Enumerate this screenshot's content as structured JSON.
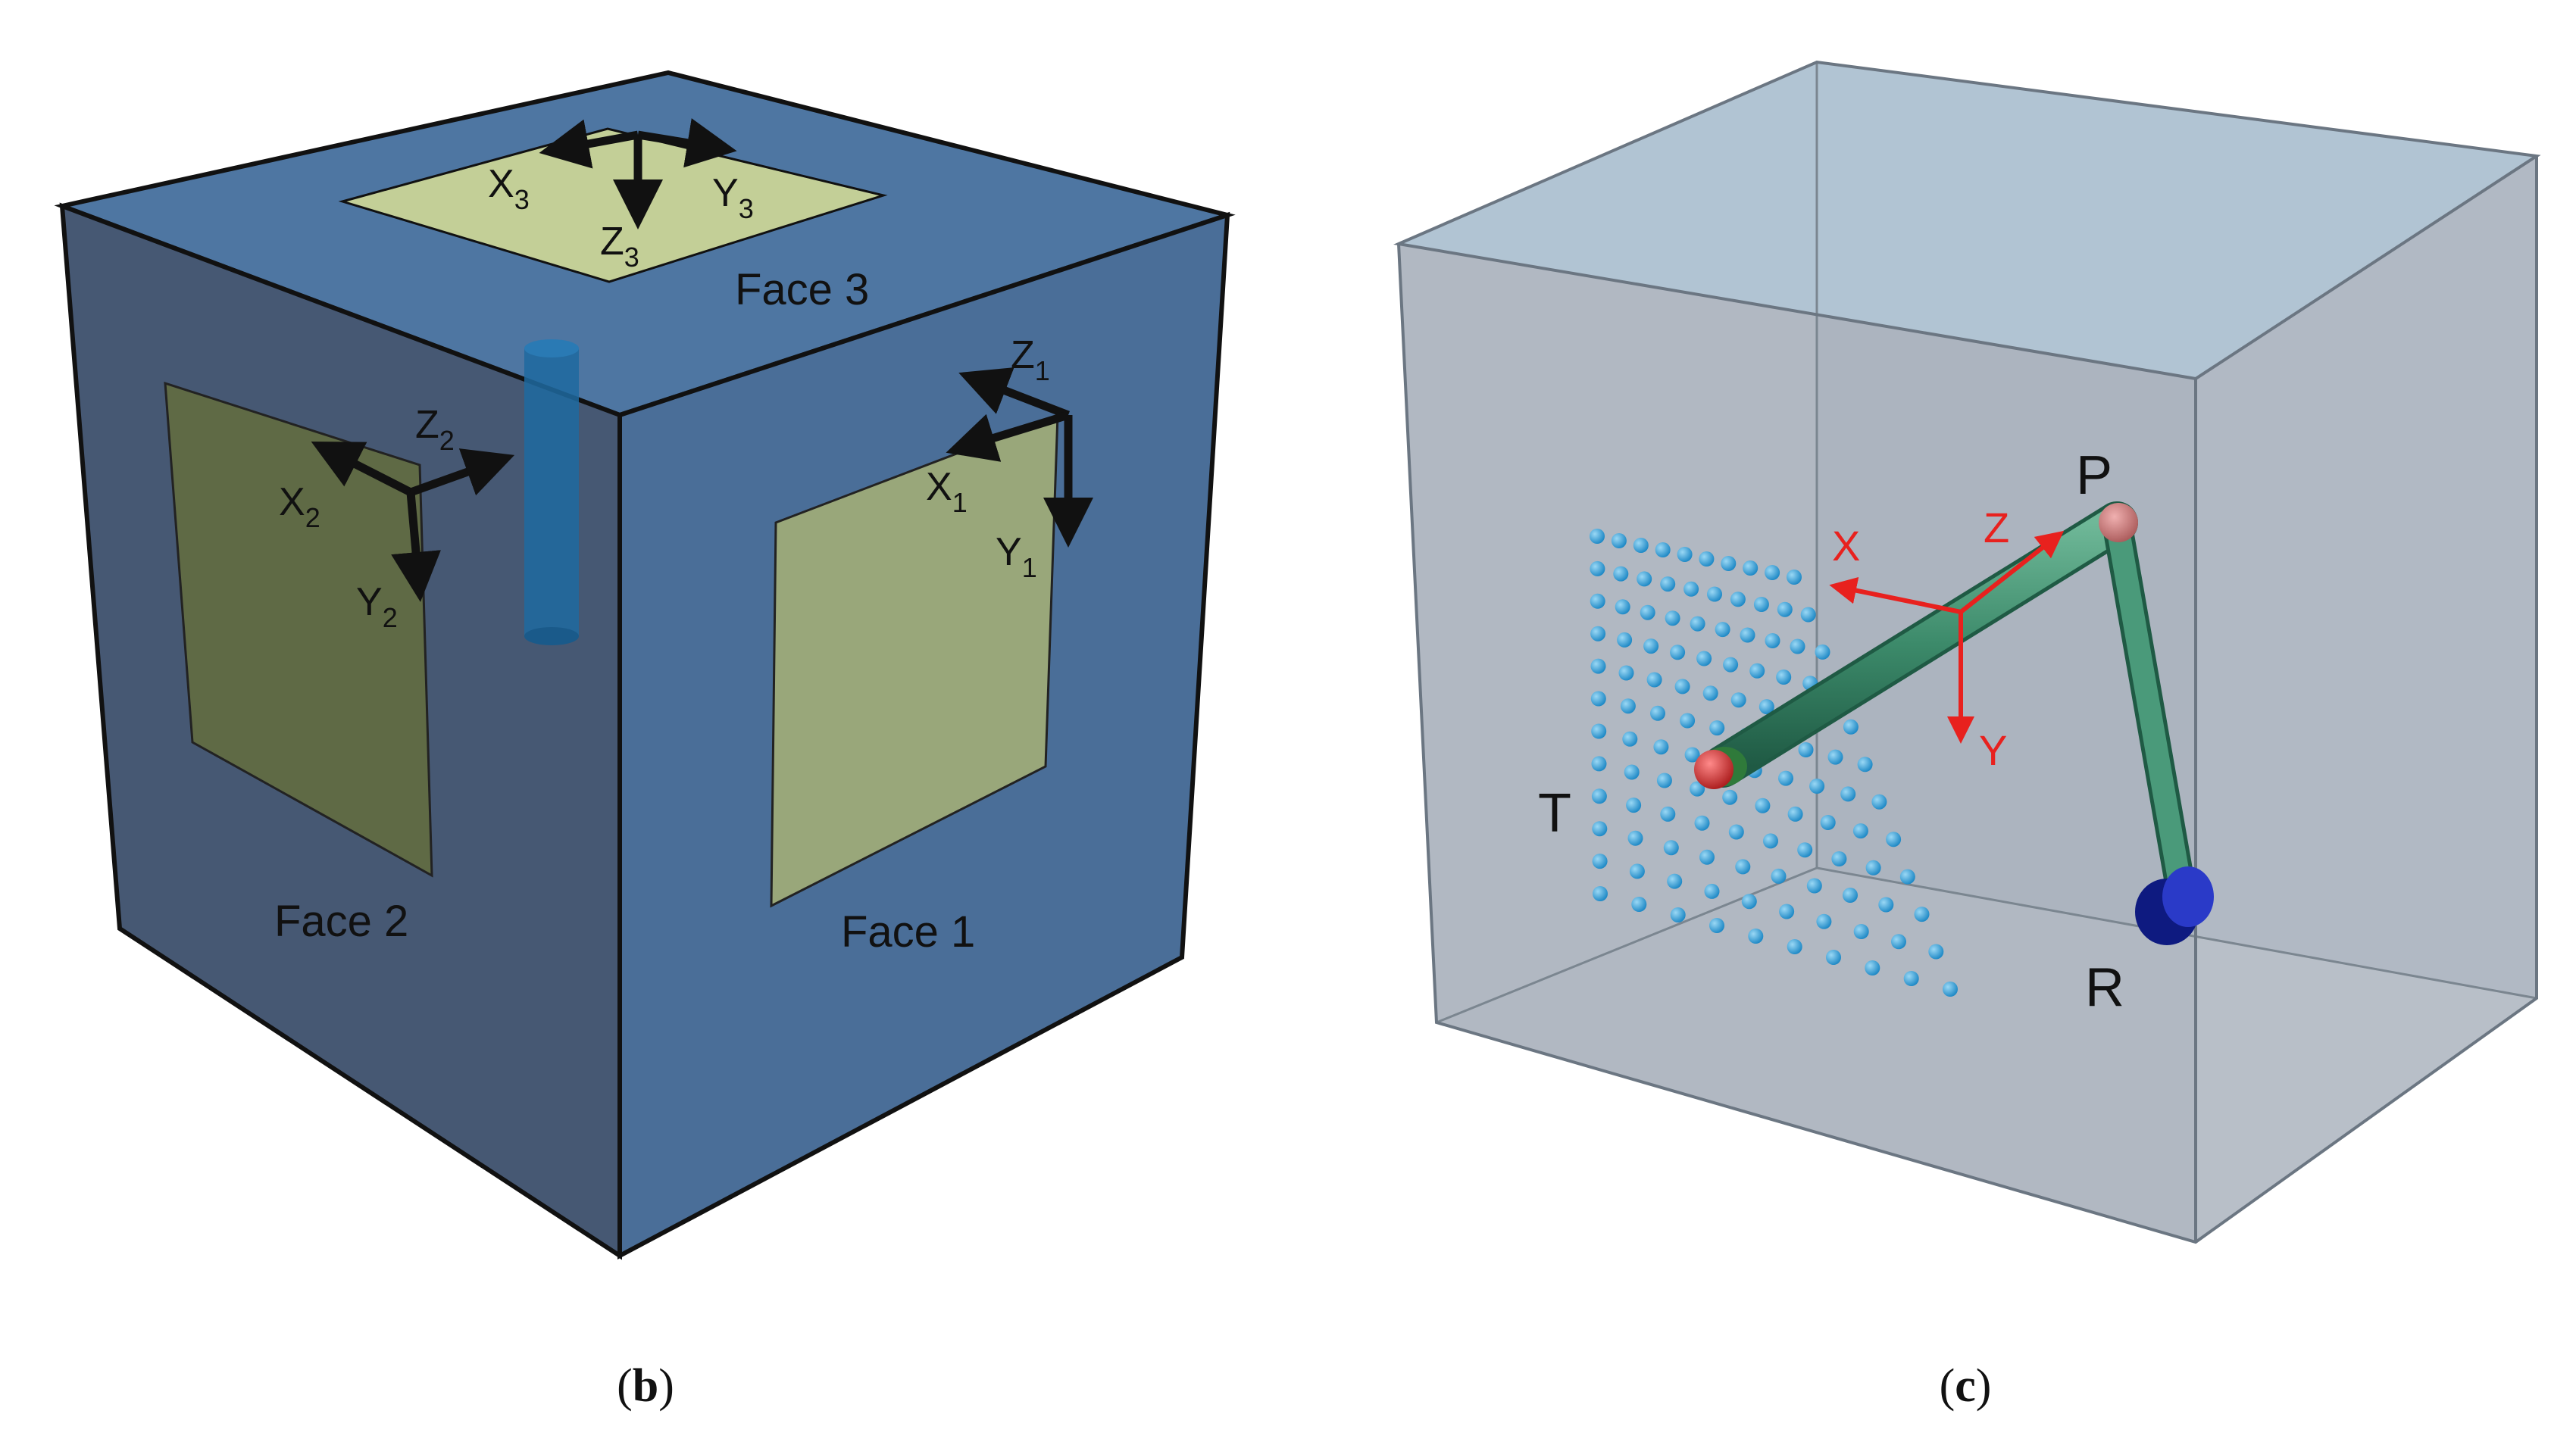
{
  "panel_b": {
    "caption_open": "(",
    "caption_letter": "b",
    "caption_close": ")",
    "faces": [
      {
        "label": "Face 1",
        "axes": [
          {
            "letter": "Z",
            "sub": "1"
          },
          {
            "letter": "X",
            "sub": "1"
          },
          {
            "letter": "Y",
            "sub": "1"
          }
        ]
      },
      {
        "label": "Face 2",
        "axes": [
          {
            "letter": "Z",
            "sub": "2"
          },
          {
            "letter": "X",
            "sub": "2"
          },
          {
            "letter": "Y",
            "sub": "2"
          }
        ]
      },
      {
        "label": "Face 3",
        "axes": [
          {
            "letter": "X",
            "sub": "3"
          },
          {
            "letter": "Y",
            "sub": "3"
          },
          {
            "letter": "Z",
            "sub": "3"
          }
        ]
      }
    ],
    "colors": {
      "cube": "#4a6f9a",
      "panel": "#a8ba7e",
      "cylinder": "#1e6aa0"
    }
  },
  "panel_c": {
    "caption_open": "(",
    "caption_letter": "c",
    "caption_close": ")",
    "frame_axes": [
      "X",
      "Z",
      "Y"
    ],
    "points": {
      "T": "T",
      "P": "P",
      "R": "R"
    },
    "colors": {
      "box": "#a8b9c8",
      "grid_dot": "#2a9fd8",
      "rod": "#3c8a6a",
      "axes": "#e8211e",
      "target": "#c82020",
      "pivot": "#c07070",
      "base": "#1a2aa0"
    }
  }
}
